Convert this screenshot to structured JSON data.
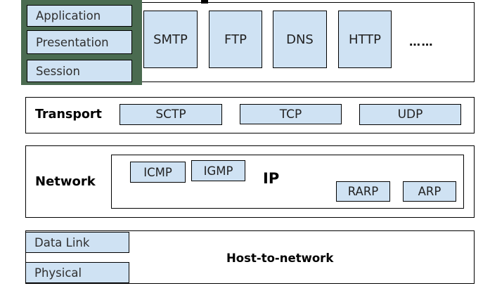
{
  "colors": {
    "background": "#ffffff",
    "box_fill": "#cfe2f3",
    "border": "#000000",
    "backing_panel": "#4a6b50",
    "label_text": "#2f2f2f",
    "bold_text": "#000000"
  },
  "osi_layers": [
    {
      "label": "Application"
    },
    {
      "label": "Presentation"
    },
    {
      "label": "Session"
    }
  ],
  "application_row": {
    "protocols": [
      "SMTP",
      "FTP",
      "DNS",
      "HTTP"
    ],
    "ellipsis": "……"
  },
  "transport_row": {
    "label": "Transport",
    "protocols": [
      "SCTP",
      "TCP",
      "UDP"
    ]
  },
  "network_row": {
    "label": "Network",
    "ip_label": "IP",
    "upper_protocols": [
      "ICMP",
      "IGMP"
    ],
    "lower_protocols": [
      "RARP",
      "ARP"
    ]
  },
  "host_row": {
    "layers": [
      "Data Link",
      "Physical"
    ],
    "label": "Host-to-network"
  }
}
